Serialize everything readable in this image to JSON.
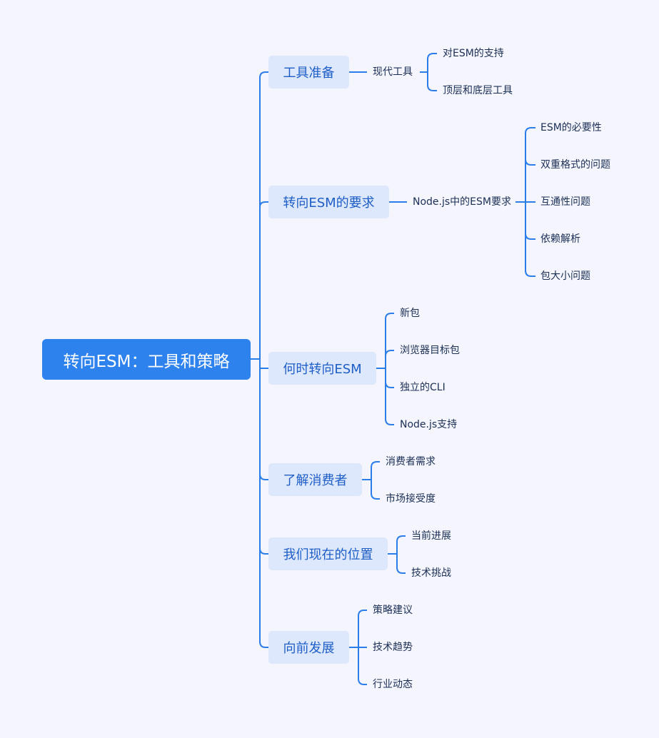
{
  "root": "转向ESM：工具和策略",
  "branches": [
    {
      "label": "工具准备",
      "sub": "现代工具",
      "leaves": [
        "对ESM的支持",
        "顶层和底层工具"
      ]
    },
    {
      "label": "转向ESM的要求",
      "sub": "Node.js中的ESM要求",
      "leaves": [
        "ESM的必要性",
        "双重格式的问题",
        "互通性问题",
        "依赖解析",
        "包大小问题"
      ]
    },
    {
      "label": "何时转向ESM",
      "leaves": [
        "新包",
        "浏览器目标包",
        "独立的CLI",
        "Node.js支持"
      ]
    },
    {
      "label": "了解消费者",
      "leaves": [
        "消费者需求",
        "市场接受度"
      ]
    },
    {
      "label": "我们现在的位置",
      "leaves": [
        "当前进展",
        "技术挑战"
      ]
    },
    {
      "label": "向前发展",
      "leaves": [
        "策略建议",
        "技术趋势",
        "行业动态"
      ]
    }
  ],
  "colors": {
    "background": "#f4f5fd",
    "root": "#2e82ee",
    "branch": "#dde8fc",
    "line": "#2b7de9"
  }
}
